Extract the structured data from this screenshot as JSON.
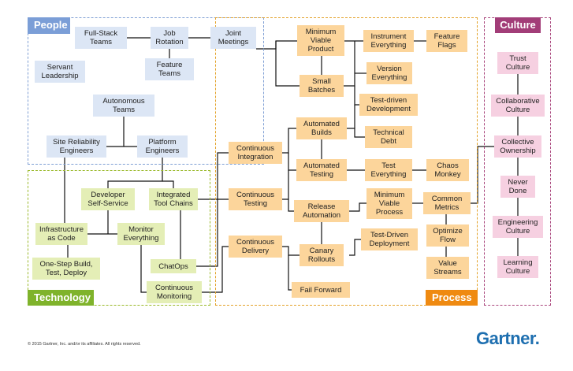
{
  "regions": {
    "people": "People",
    "technology": "Technology",
    "process": "Process",
    "culture": "Culture"
  },
  "nodes": {
    "fullstack": "Full-Stack\nTeams",
    "jobrot": "Job\nRotation",
    "joint": "Joint\nMeetings",
    "servant": "Servant\nLeadership",
    "feature_teams": "Feature\nTeams",
    "autonomous": "Autonomous\nTeams",
    "sre": "Site Reliability\nEngineers",
    "platform": "Platform\nEngineers",
    "devself": "Developer\nSelf-Service",
    "itc": "Integrated\nTool Chains",
    "iac": "Infrastructure\nas Code",
    "monitor": "Monitor\nEverything",
    "onestep": "One-Step Build,\nTest, Deploy",
    "chatops": "ChatOps",
    "contmon": "Continuous\nMonitoring",
    "ci": "Continuous\nIntegration",
    "ct": "Continuous\nTesting",
    "cd": "Continuous\nDelivery",
    "mvp": "Minimum\nViable\nProduct",
    "small": "Small\nBatches",
    "autobuilds": "Automated\nBuilds",
    "autotest": "Automated\nTesting",
    "release": "Release\nAutomation",
    "canary": "Canary\nRollouts",
    "failfwd": "Fail Forward",
    "instrument": "Instrument\nEverything",
    "flags": "Feature\nFlags",
    "version": "Version\nEverything",
    "tdd": "Test-driven\nDevelopment",
    "techdebt": "Technical\nDebt",
    "testall": "Test\nEverything",
    "chaos": "Chaos\nMonkey",
    "mvprocess": "Minimum\nViable\nProcess",
    "tddeploy": "Test-Driven\nDeployment",
    "metrics": "Common\nMetrics",
    "optflow": "Optimize\nFlow",
    "valstreams": "Value\nStreams",
    "trust": "Trust\nCulture",
    "collab": "Collaborative\nCulture",
    "collective": "Collective\nOwnership",
    "never": "Never\nDone",
    "eng": "Engineering\nCulture",
    "learning": "Learning\nCulture"
  },
  "colors": {
    "people": "#7b9ed7",
    "technology": "#7fb32b",
    "process": "#ef8a11",
    "culture": "#a23d78",
    "brand": "#1e6fb0"
  },
  "footer": "© 2015 Gartner, Inc. and/or its affiliates. All rights reserved.",
  "brand": "Gartner."
}
